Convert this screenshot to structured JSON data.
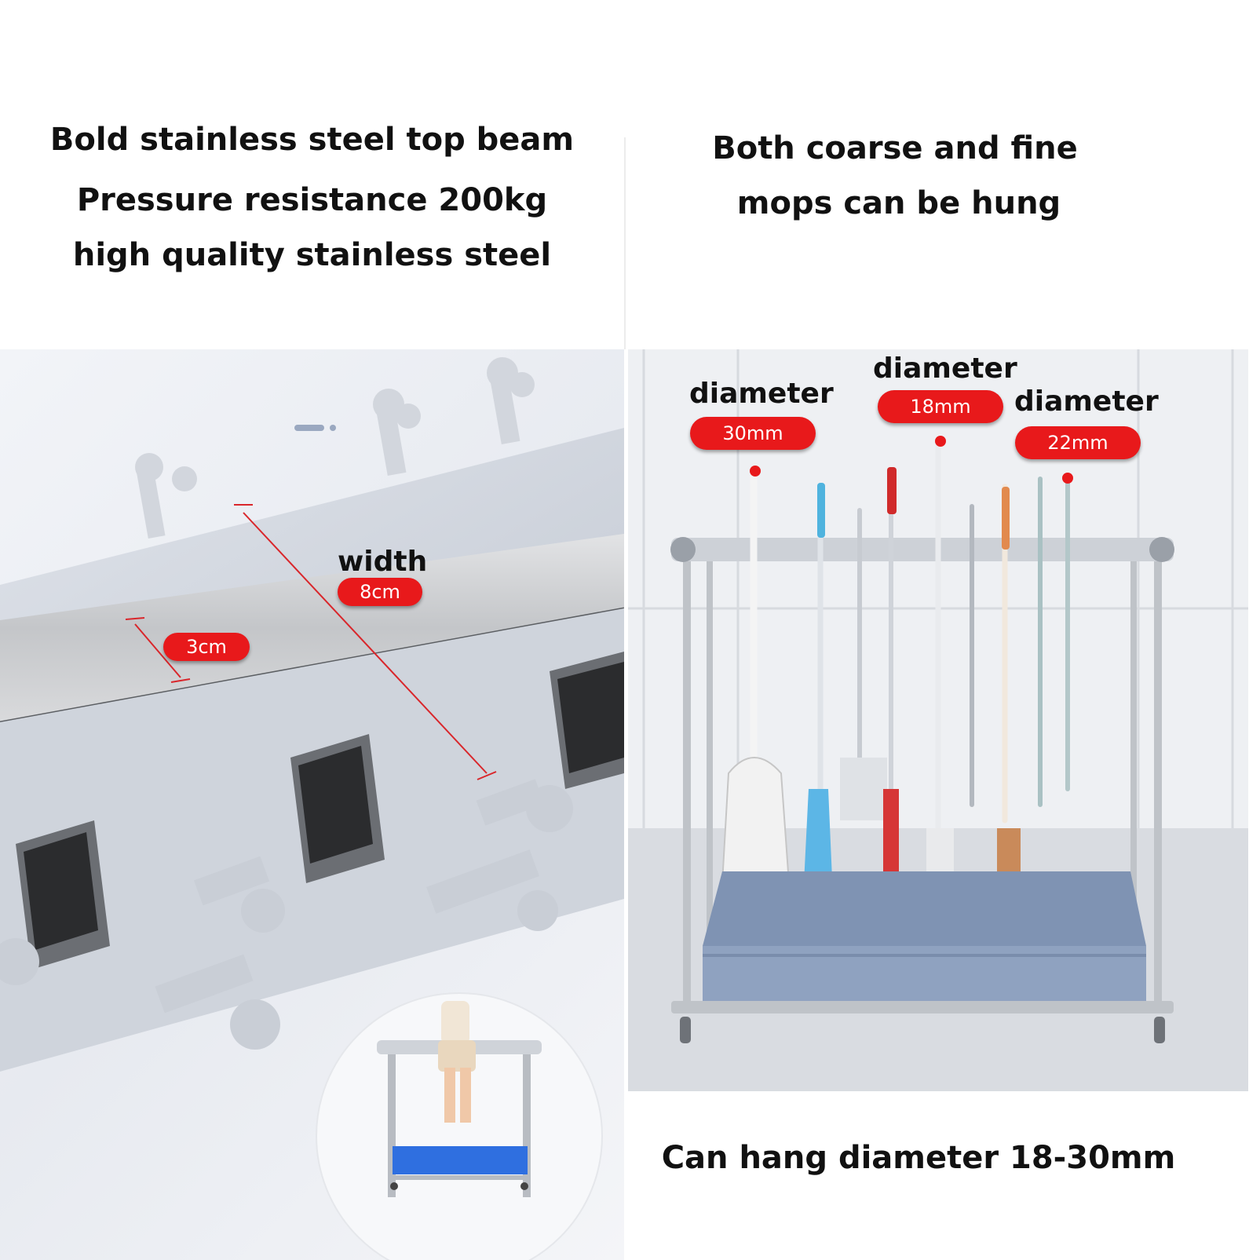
{
  "left_heading": {
    "line1": "Bold stainless steel top beam",
    "line2": "Pressure resistance 200kg",
    "line3": "high quality stainless steel"
  },
  "right_heading": {
    "line1": "Both coarse and fine",
    "line2": "mops can be hung"
  },
  "left_photo": {
    "width_label": "width",
    "width_value": "8cm",
    "depth_value": "3cm"
  },
  "right_photo": {
    "labels": [
      {
        "word": "diameter",
        "value": "30mm"
      },
      {
        "word": "diameter",
        "value": "18mm"
      },
      {
        "word": "diameter",
        "value": "22mm"
      }
    ]
  },
  "footer_caption": "Can hang diameter 18-30mm",
  "colors": {
    "accent_red": "#e8191b",
    "text": "#111111",
    "steel": "#b9bcc1",
    "plastic": "#d6dbe3",
    "tray_blue": "#7f93b3"
  }
}
